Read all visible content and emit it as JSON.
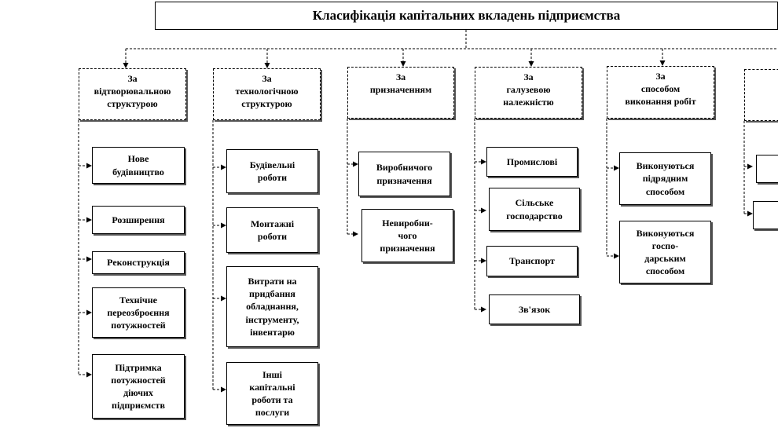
{
  "title": "Класифікація капітальних вкладень підприємства",
  "columns": [
    {
      "category": "За\nвідтворювальною\nструктурою",
      "items": [
        "Нове\nбудівництво",
        "Розширення",
        "Реконструкція",
        "Технічне\nпереозброєння\nпотужностей",
        "Підтримка\nпотужностей\nдіючих\nпідприємств"
      ]
    },
    {
      "category": "За\nтехнологічною\nструктурою",
      "items": [
        "Будівельні\nроботи",
        "Монтажні\nроботи",
        "Витрати на\nпридбання\nобладнання,\nінструменту,\nінвентарю",
        "Інші\nкапітальні\nроботи та\nпослуги"
      ]
    },
    {
      "category": "За\nпризначенням",
      "items": [
        "Виробничого\nпризначення",
        "Невиробни-\nчого\nпризначення"
      ]
    },
    {
      "category": "За\nгалузевою\nналежністю",
      "items": [
        "Промислові",
        "Сільське\nгосподарство",
        "Транспорт",
        "Зв'язок"
      ]
    },
    {
      "category": "За\nспособом\nвиконання робіт",
      "items": [
        "Виконуються\nпідрядним\nспособом",
        "Виконуються\nгоспо-\nдарським\nспособом"
      ]
    },
    {
      "category": "",
      "items": []
    }
  ]
}
